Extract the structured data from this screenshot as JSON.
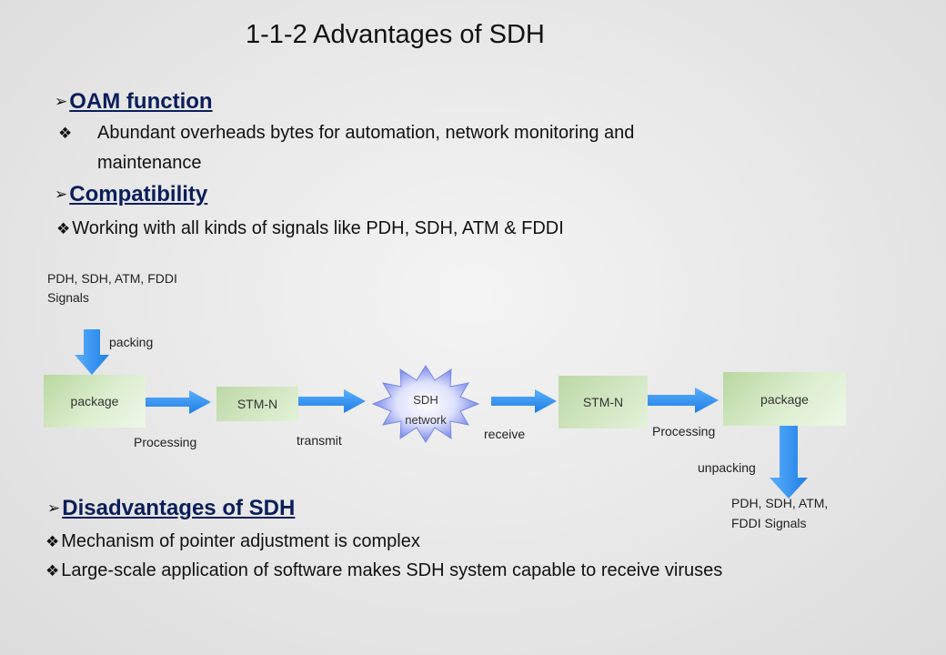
{
  "slide": {
    "title": "1-1-2  Advantages of SDH",
    "oam": {
      "heading": "OAM function",
      "bullet_line1": "Abundant overheads bytes for automation, network monitoring and",
      "bullet_line2": "maintenance"
    },
    "compat": {
      "heading": "Compatibility",
      "bullet": "Working with all kinds of signals like PDH, SDH, ATM & FDDI"
    },
    "diagram": {
      "input_signals_line1": "PDH, SDH, ATM, FDDI",
      "input_signals_line2": "Signals",
      "packing": "packing",
      "package_left": "package",
      "processing_left": "Processing",
      "stm_left": "STM-N",
      "transmit": "transmit",
      "network_line1": "SDH",
      "network_line2": "network",
      "receive": "receive",
      "stm_right": "STM-N",
      "processing_right": "Processing",
      "package_right": "package",
      "unpacking": "unpacking",
      "output_signals_line1": "PDH, SDH, ATM,",
      "output_signals_line2": "FDDI Signals"
    },
    "disadv": {
      "heading": "Disadvantages of SDH",
      "bullet1": "Mechanism of pointer adjustment is complex",
      "bullet2": "Large-scale application of software makes SDH system capable to receive viruses"
    },
    "colors": {
      "arrow": "#2a8ef0",
      "heading": "#0a1e5a",
      "starburst": "#7a88e8"
    },
    "icons": {
      "heading_marker": "arrowhead-icon",
      "bullet_marker": "diamond-bullet-icon"
    }
  }
}
